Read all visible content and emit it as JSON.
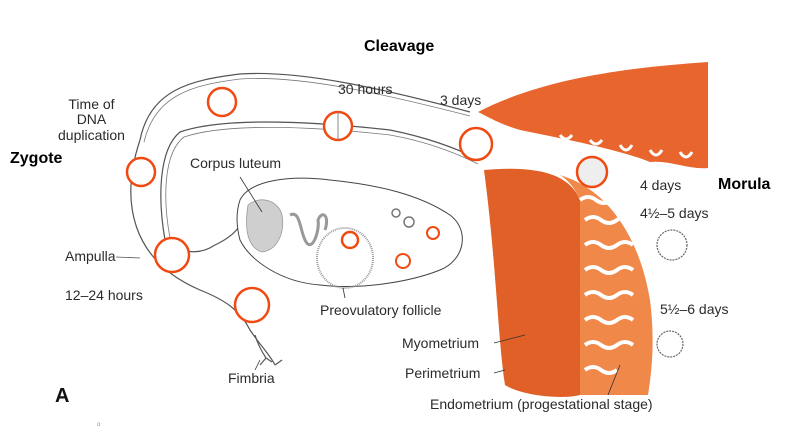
{
  "figure": {
    "panel_letter": "A",
    "stray_mark": "ɑ"
  },
  "stages": {
    "zygote": "Zygote",
    "cleavage": "Cleavage",
    "morula": "Morula"
  },
  "times": {
    "dna_duplication": [
      "Time of",
      "DNA",
      "duplication"
    ],
    "fertilization": "12–24 hours",
    "two_cell": "30 hours",
    "three_days": "3 days",
    "four_days": "4 days",
    "blastocyst": "4½–5 days",
    "implantation": "5½–6 days"
  },
  "anatomy": {
    "corpus_luteum": "Corpus luteum",
    "ampulla": "Ampulla",
    "preovulatory_follicle": "Preovulatory follicle",
    "fimbria": "Fimbria",
    "myometrium": "Myometrium",
    "perimetrium": "Perimetrium",
    "endometrium": "Endometrium (progestational stage)"
  },
  "colors": {
    "uterine_tissue": "#e8662e",
    "endometrium": "#f0884a",
    "ring": "#f04a12",
    "outline": "#555555"
  }
}
